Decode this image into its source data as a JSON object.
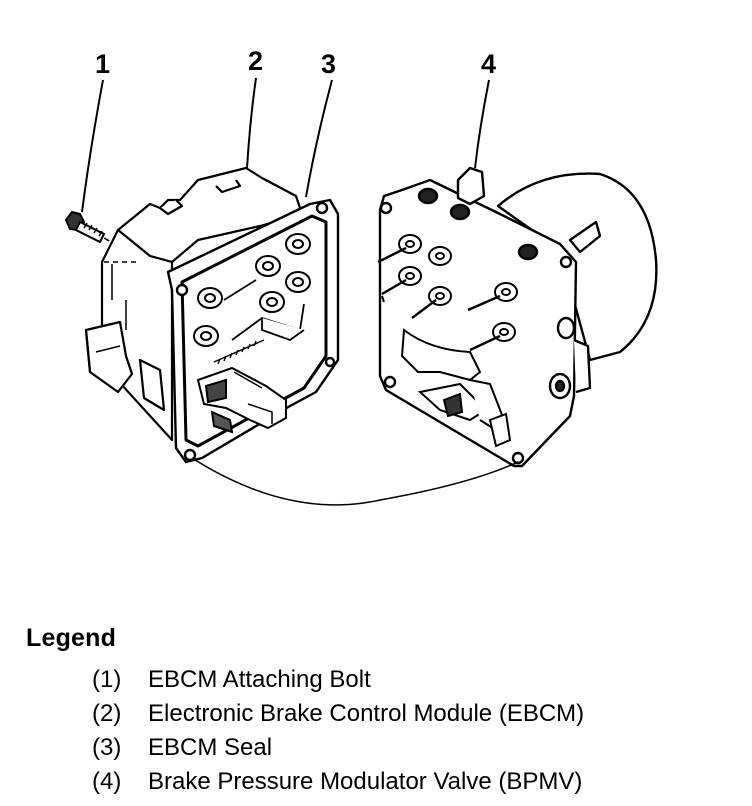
{
  "callouts": [
    {
      "num": "1"
    },
    {
      "num": "2"
    },
    {
      "num": "3"
    },
    {
      "num": "4"
    }
  ],
  "legend": {
    "title": "Legend",
    "items": [
      {
        "num": "(1)",
        "text": "EBCM Attaching Bolt"
      },
      {
        "num": "(2)",
        "text": "Electronic Brake Control Module (EBCM)"
      },
      {
        "num": "(3)",
        "text": "EBCM Seal"
      },
      {
        "num": "(4)",
        "text": "Brake Pressure Modulator Valve (BPMV)"
      }
    ]
  }
}
